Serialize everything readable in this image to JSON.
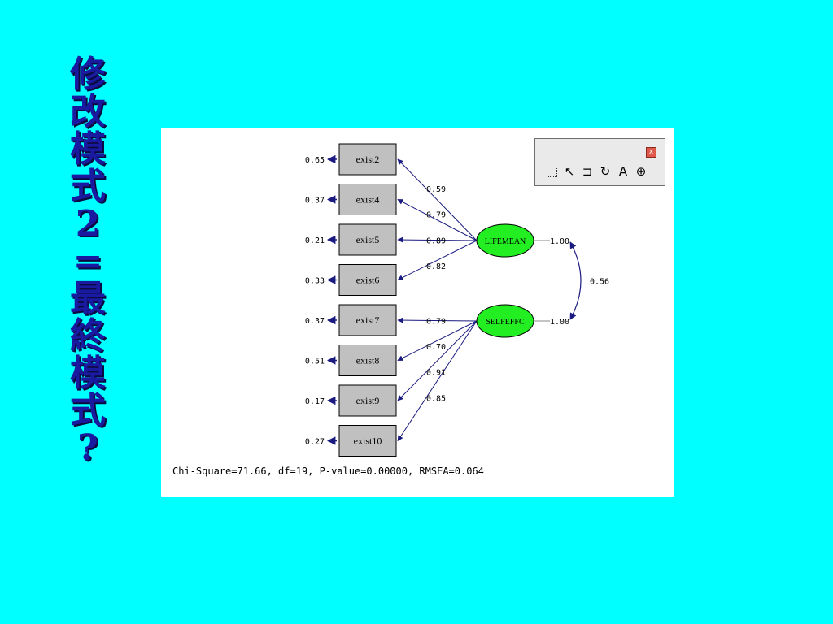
{
  "slide": {
    "title_chars": [
      "修",
      "改",
      "模",
      "式",
      "2",
      "=",
      "最",
      "終",
      "模",
      "式",
      "?"
    ]
  },
  "diagram": {
    "observed": [
      {
        "label": "exist2",
        "error": "0.65",
        "factor": 0,
        "loading": "0.59"
      },
      {
        "label": "exist4",
        "error": "0.37",
        "factor": 0,
        "loading": "0.79"
      },
      {
        "label": "exist5",
        "error": "0.21",
        "factor": 0,
        "loading": "0.89"
      },
      {
        "label": "exist6",
        "error": "0.33",
        "factor": 0,
        "loading": "0.82"
      },
      {
        "label": "exist7",
        "error": "0.37",
        "factor": 1,
        "loading": "0.79"
      },
      {
        "label": "exist8",
        "error": "0.51",
        "factor": 1,
        "loading": "0.70"
      },
      {
        "label": "exist9",
        "error": "0.17",
        "factor": 1,
        "loading": "0.91"
      },
      {
        "label": "exist10",
        "error": "0.27",
        "factor": 1,
        "loading": "0.85"
      }
    ],
    "latent": [
      {
        "label": "LIFEMEAN",
        "variance": "1.00"
      },
      {
        "label": "SELFEFFC",
        "variance": "1.00"
      }
    ],
    "correlation": "0.56",
    "fit_stats": "Chi-Square=71.66, df=19, P-value=0.00000, RMSEA=0.064",
    "colors": {
      "latent_fill": "#22ee22",
      "box_fill": "#c0c0c0",
      "path": "#1a1a80",
      "background": "#00ffff"
    }
  },
  "toolbar": {
    "close_label": "x",
    "icons": [
      "select-box-icon",
      "pointer-arrow-icon",
      "path-icon",
      "rotate-icon",
      "text-icon",
      "zoom-icon"
    ],
    "text_tool_label": "A"
  }
}
